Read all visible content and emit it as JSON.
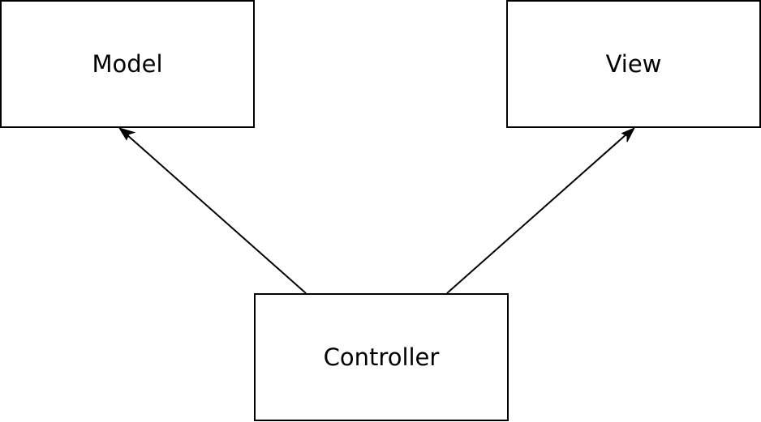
{
  "diagram": {
    "nodes": [
      {
        "id": "model",
        "label": "Model"
      },
      {
        "id": "view",
        "label": "View"
      },
      {
        "id": "controller",
        "label": "Controller"
      }
    ],
    "edges": [
      {
        "from": "controller",
        "to": "model"
      },
      {
        "from": "controller",
        "to": "view"
      }
    ],
    "colors": {
      "stroke": "#000000",
      "fill": "#ffffff",
      "text": "#000000"
    }
  }
}
